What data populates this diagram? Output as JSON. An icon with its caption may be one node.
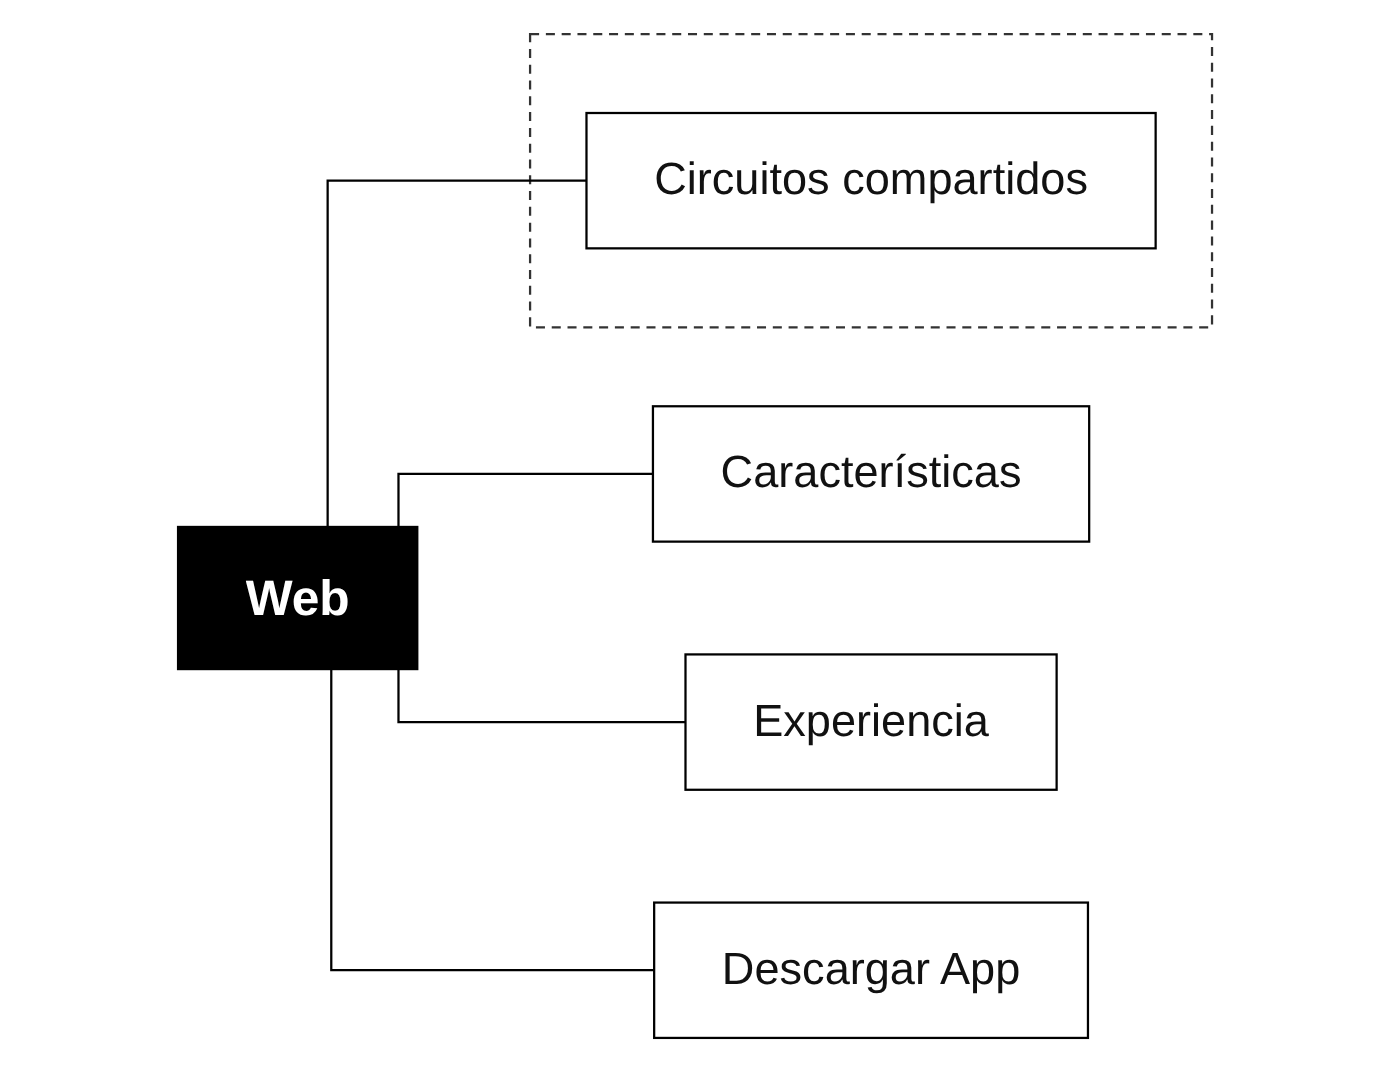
{
  "diagram": {
    "nodes": [
      {
        "text": [
          "Web"
        ]
      },
      {
        "text": [
          "Características"
        ]
      },
      {
        "text": [
          "Experiencia"
        ]
      },
      {
        "text": [
          "Descargar App"
        ]
      },
      {
        "text": [],
        "shape": "box"
      },
      {
        "text": [
          "Circuitos compartidos"
        ],
        "in": 4
      }
    ],
    "edges": [
      {
        "from": 0,
        "to": 1,
        "arrow": "none"
      },
      {
        "from": 0,
        "to": 2,
        "arrow": "none"
      },
      {
        "from": 0,
        "to": 3,
        "arrow": "none"
      },
      {
        "from": 0,
        "to": 5,
        "arrow": "none"
      }
    ]
  }
}
